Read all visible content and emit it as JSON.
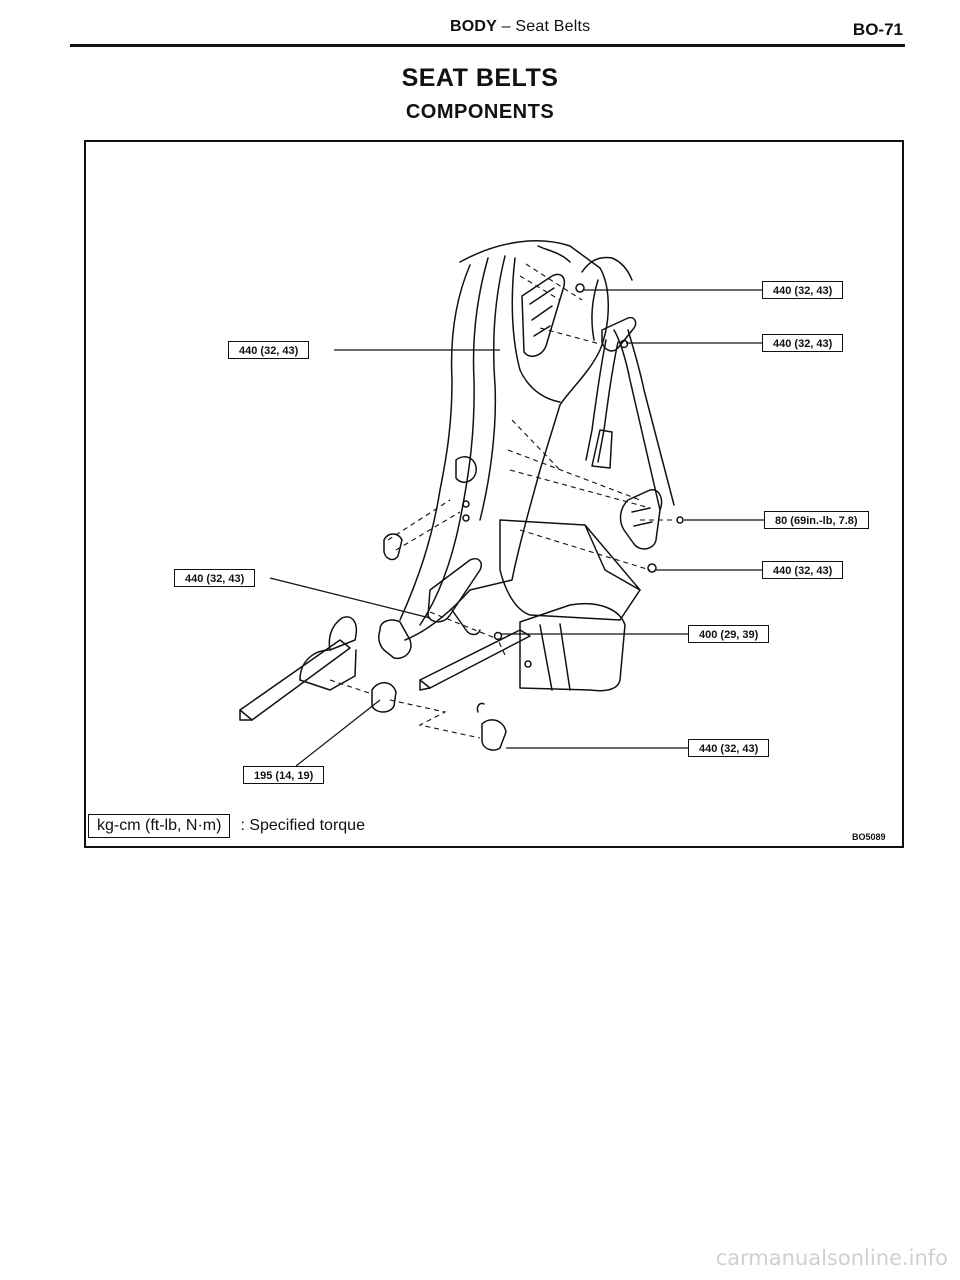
{
  "header": {
    "section": "BODY",
    "subsection": " – Seat Belts",
    "page_number": "BO-71"
  },
  "title": "SEAT BELTS",
  "subtitle": "COMPONENTS",
  "torque_labels": {
    "upper_right_1": "440 (32, 43)",
    "upper_right_2": "440 (32, 43)",
    "left_upper": "440 (32, 43)",
    "right_mid": "80 (69in.-lb, 7.8)",
    "right_lower": "440 (32, 43)",
    "left_lower": "440 (32, 43)",
    "center_right": "400 (29, 39)",
    "bottom_right": "440 (32, 43)",
    "bottom_left": "195 (14, 19)"
  },
  "legend": {
    "unit_box": "kg-cm (ft-lb, N·m)",
    "description": ": Specified torque"
  },
  "figure_code": "BO5089",
  "watermark": "carmanualsonline.info"
}
